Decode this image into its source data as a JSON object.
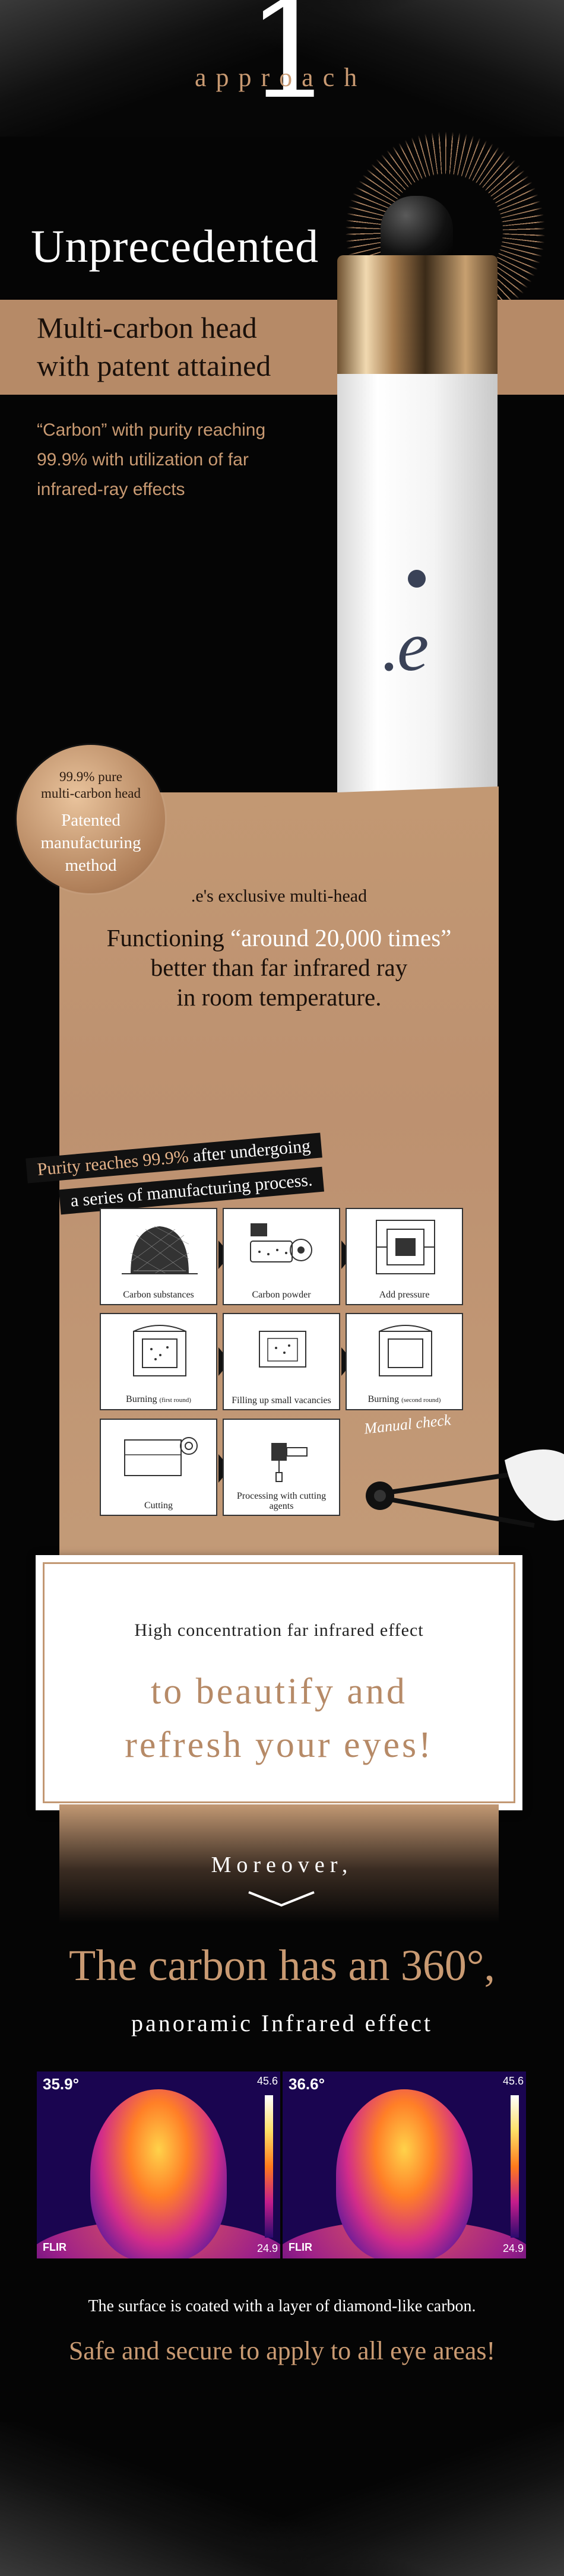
{
  "header": {
    "number": "1",
    "subtitle": "approach"
  },
  "hero": {
    "title": "Unprecedented",
    "band_title_line1": "Multi-carbon head",
    "band_title_line2": "with patent attained",
    "desc_line1": "“Carbon” with purity reaching",
    "desc_line2": "99.9% with utilization of far",
    "desc_line3": "infrared-ray effects",
    "pen_logo": ".e"
  },
  "badge": {
    "line1": "99.9% pure",
    "line2": "multi-carbon head",
    "main1": "Patented",
    "main2": "manufacturing",
    "main3": "method"
  },
  "feature": {
    "exclusive": ".e's exclusive multi-head",
    "func_pre": "Functioning ",
    "func_hl": "“around 20,000 times”",
    "func_line2": "better than far infrared ray",
    "func_line3": "in room temperature."
  },
  "purity": {
    "line1_hl": "Purity reaches 99.9%",
    "line1_rest": " after undergoing",
    "line2": "a series of manufacturing process."
  },
  "process": {
    "steps": [
      {
        "label": "Carbon substances"
      },
      {
        "label": "Carbon powder"
      },
      {
        "label": "Add pressure"
      },
      {
        "label": "Burning",
        "sub": "(first round)"
      },
      {
        "label": "Filling up small vacancies"
      },
      {
        "label": "Burning",
        "sub": "(second round)"
      },
      {
        "label": "Cutting"
      },
      {
        "label": "Processing with cutting agents"
      }
    ],
    "manual_check": "Manual check"
  },
  "effect": {
    "heading": "High concentration far infrared effect",
    "line1": "to beautify and",
    "line2": "refresh your eyes!"
  },
  "moreover": "Moreover,",
  "panoramic": {
    "title": "The carbon has an 360°,",
    "subtitle": "panoramic Infrared effect"
  },
  "thermal": [
    {
      "temp": "35.9°",
      "max": "45.6",
      "min": "24.9",
      "brand": "FLIR"
    },
    {
      "temp": "36.6°",
      "max": "45.6",
      "min": "24.9",
      "brand": "FLIR"
    }
  ],
  "footer": {
    "surface": "The surface is coated with a layer of diamond-like carbon.",
    "safe": "Safe and secure to apply to all eye areas!"
  },
  "colors": {
    "accent": "#c99a72",
    "panel": "#c29873",
    "band": "#b68a67",
    "background": "#050505"
  }
}
